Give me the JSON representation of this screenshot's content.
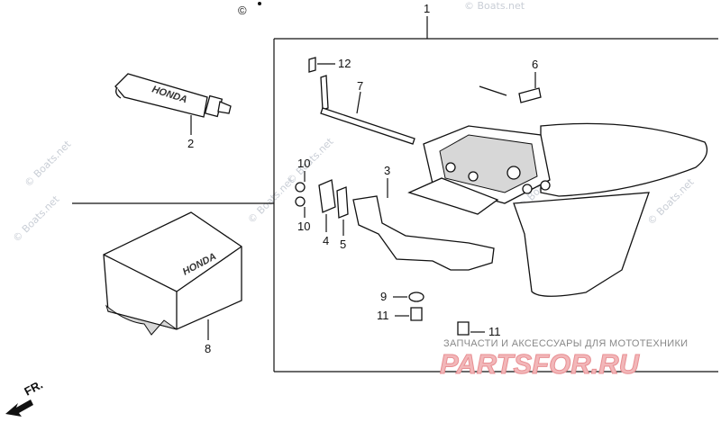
{
  "diagram": {
    "top_mark": "©",
    "labels": {
      "p1": "1",
      "p2": "2",
      "p3": "3",
      "p4": "4",
      "p5": "5",
      "p6": "6",
      "p7": "7",
      "p8": "8",
      "p9": "9",
      "p10a": "10",
      "p10b": "10",
      "p11a": "11",
      "p11b": "11",
      "p12": "12"
    },
    "direction": "FR.",
    "brand_on_tube": "HONDA",
    "brand_on_cover": "HONDA"
  },
  "watermark": {
    "text": "© Boats.net"
  },
  "store_logo": {
    "title": "ЗАПЧАСТИ И АКСЕССУАРЫ ДЛЯ МОТОТЕХНИКИ",
    "name": "PARTSFOR.RU"
  },
  "colors": {
    "line": "#111111",
    "watermark": "#c9ced6",
    "logo_fill": "#f2b7b9",
    "logo_stroke": "#e88f93"
  }
}
